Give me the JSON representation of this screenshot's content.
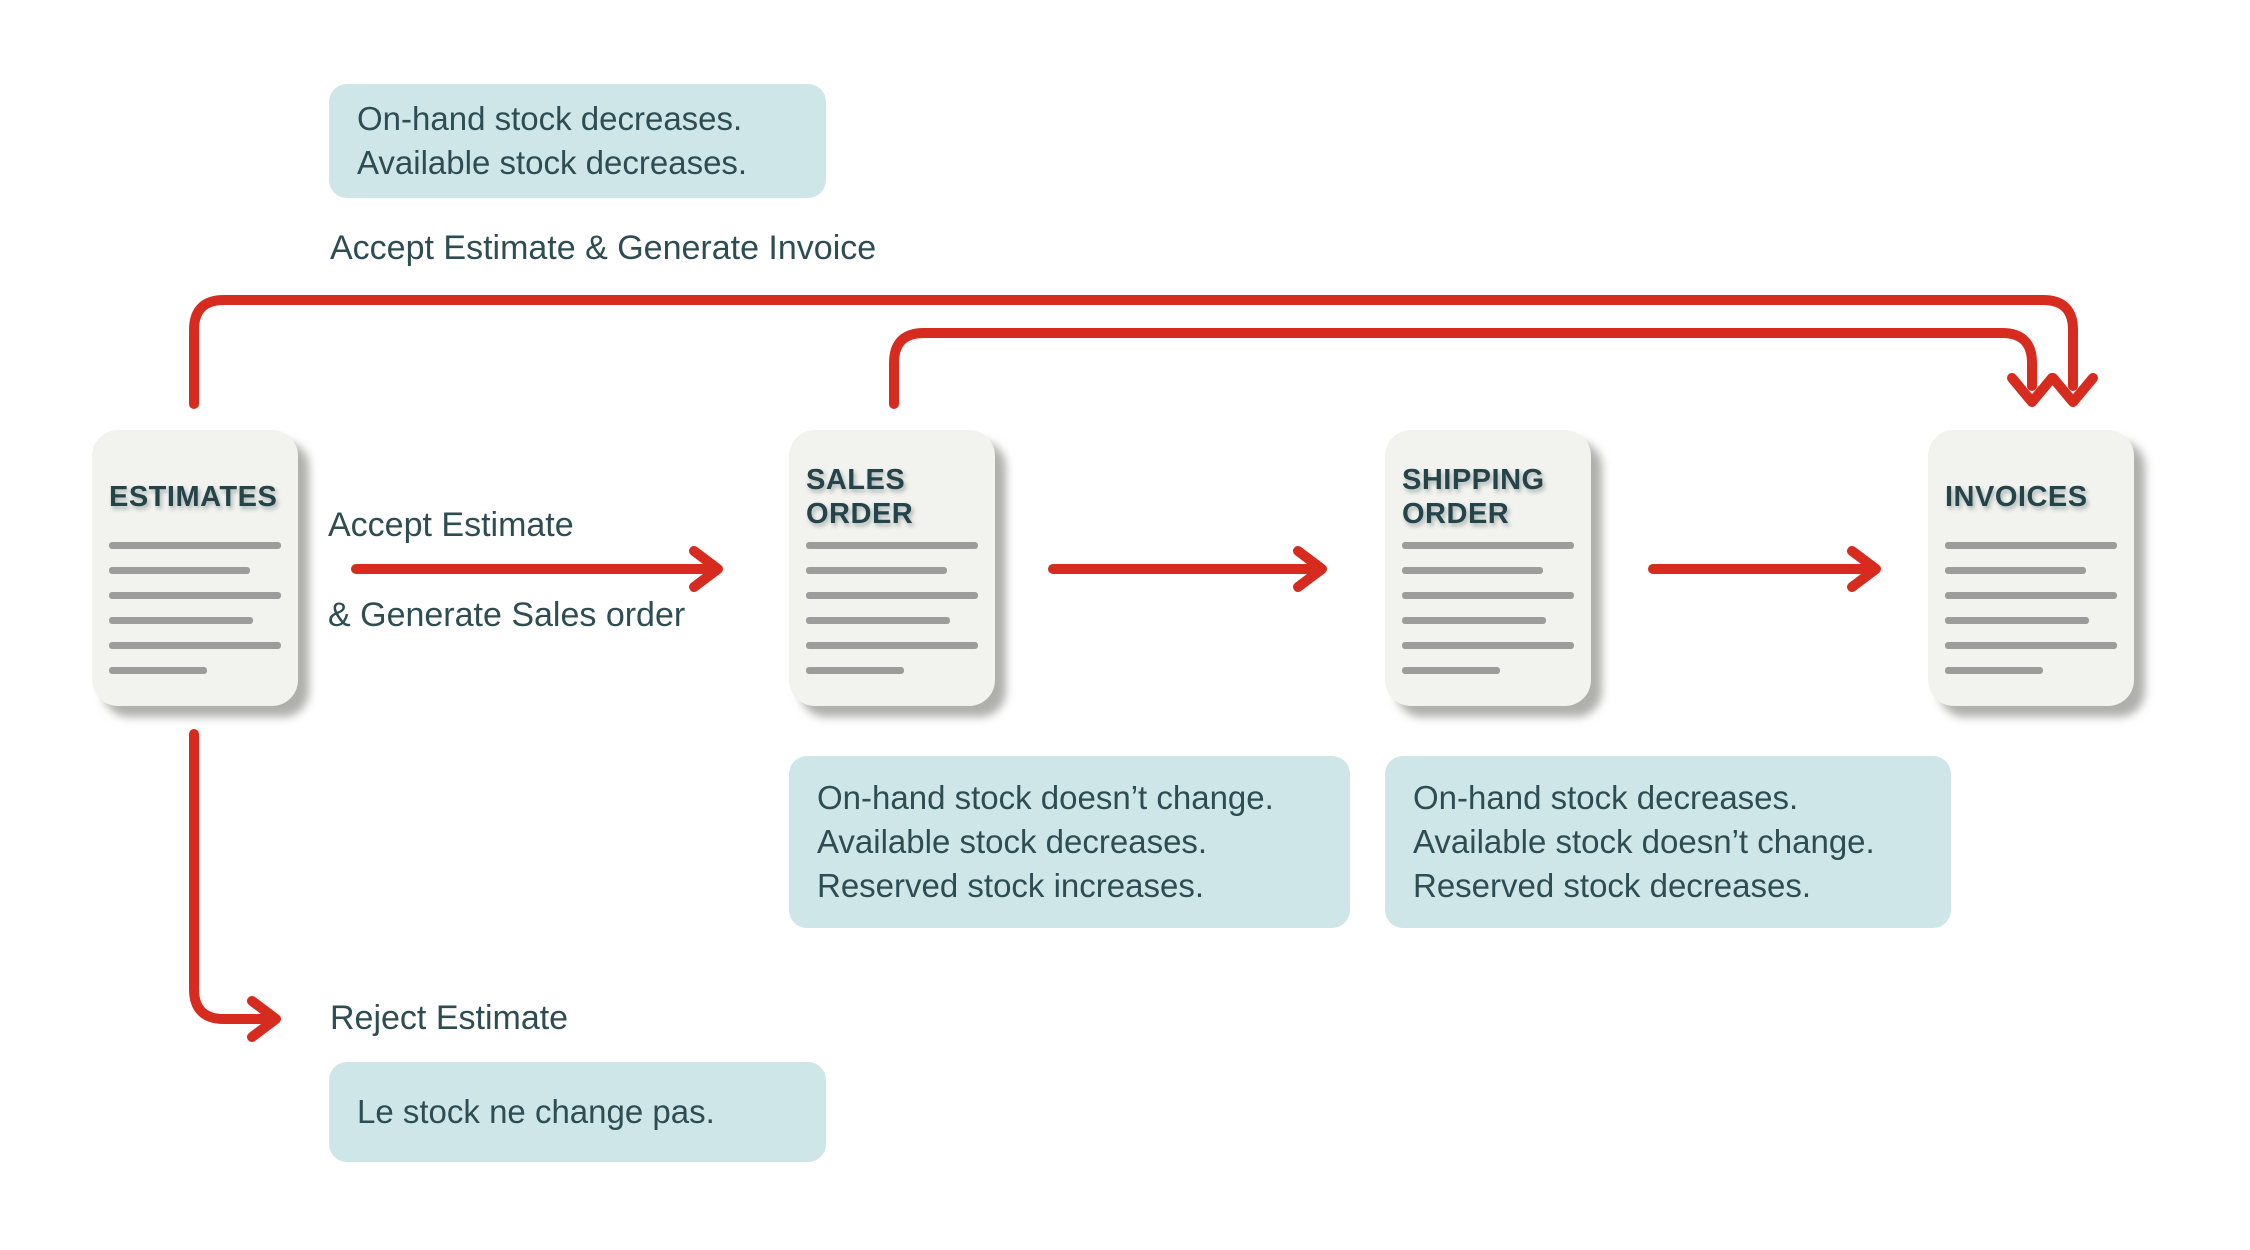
{
  "documents": [
    {
      "title": "ESTIMATES"
    },
    {
      "title": "SALES\nORDER"
    },
    {
      "title": "SHIPPING\nORDER"
    },
    {
      "title": "INVOICES"
    }
  ],
  "labels": {
    "accept_invoice": "Accept Estimate & Generate Invoice",
    "accept_sales_line1": "Accept Estimate",
    "accept_sales_line2": "& Generate Sales order",
    "reject_estimate": "Reject Estimate"
  },
  "notes": {
    "accept_invoice": {
      "lines": [
        "On-hand stock decreases.",
        "Available stock decreases."
      ]
    },
    "sales_order": {
      "lines": [
        "On-hand stock doesn’t change.",
        "Available stock decreases.",
        "Reserved stock increases."
      ]
    },
    "shipping_order": {
      "lines": [
        "On-hand stock decreases.",
        "Available stock doesn’t change.",
        "Reserved stock decreases."
      ]
    },
    "reject": {
      "lines": [
        "Le stock ne change pas."
      ]
    }
  },
  "colors": {
    "arrow_red": "#d62b1e",
    "note_background": "#cfe6e8",
    "text": "#2d4d53",
    "card_background": "#f2f2ee",
    "card_title": "#254449",
    "doc_line_gray": "#9c9c9a"
  }
}
